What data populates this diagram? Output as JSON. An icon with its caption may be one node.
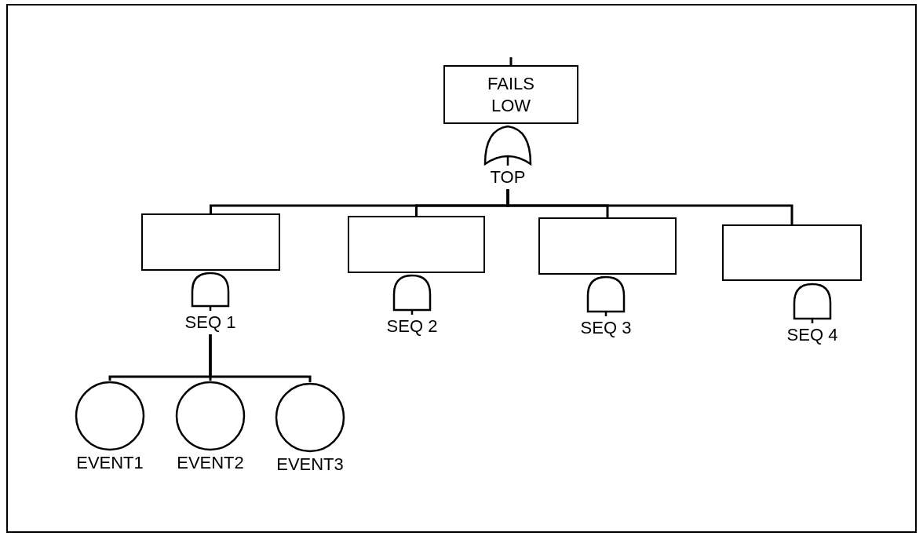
{
  "diagram": {
    "nodes": [
      {
        "text": [
          "FAILS LOW"
        ]
      },
      {
        "text": [
          "TOP"
        ]
      },
      {
        "text": [],
        "shape": "box"
      },
      {
        "text": [],
        "shape": "box"
      },
      {
        "text": [],
        "shape": "box"
      },
      {
        "text": [],
        "shape": "box"
      },
      {
        "text": [
          "SEQ 1"
        ]
      },
      {
        "text": [
          "SEQ 2"
        ]
      },
      {
        "text": [
          "SEQ 3"
        ]
      },
      {
        "text": [
          "SEQ 4"
        ]
      },
      {
        "text": [],
        "shape": "circle",
        "beside": [
          "EVENT1"
        ]
      },
      {
        "text": [],
        "shape": "circle",
        "beside": [
          "EVENT2"
        ]
      },
      {
        "text": [],
        "shape": "circle",
        "beside": [
          "EVENT3"
        ]
      }
    ],
    "edges": [
      {
        "from": null,
        "to": 0,
        "arrow": "none"
      },
      {
        "from": 1,
        "to": 2,
        "arrow": "none"
      },
      {
        "from": 1,
        "to": 3,
        "arrow": "none"
      },
      {
        "from": 1,
        "to": 4,
        "arrow": "none"
      },
      {
        "from": 1,
        "to": 5,
        "arrow": "none"
      },
      {
        "from": 6,
        "to": 10,
        "arrow": "none"
      },
      {
        "from": 6,
        "to": 11,
        "arrow": "none"
      },
      {
        "from": 6,
        "to": 12,
        "arrow": "none"
      }
    ]
  }
}
